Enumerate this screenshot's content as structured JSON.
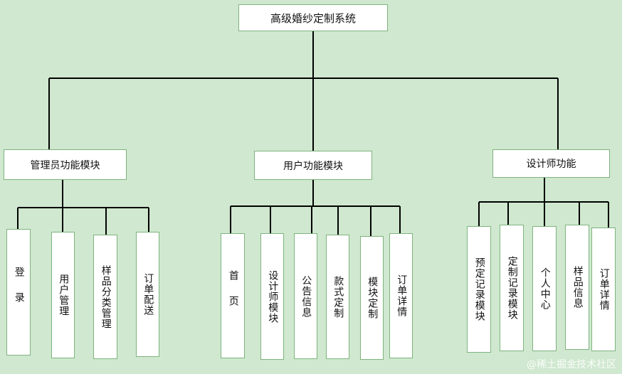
{
  "root": {
    "label": "高级婚纱定制系统"
  },
  "modules": [
    {
      "label": "管理员功能模块",
      "children": [
        "登录",
        "用户管理",
        "样品分类管理",
        "订单配送"
      ]
    },
    {
      "label": "用户功能模块",
      "children": [
        "首页",
        "设计师模块",
        "公告信息",
        "款式定制",
        "模块定制",
        "订单详情"
      ]
    },
    {
      "label": "设计师功能",
      "children": [
        "预定记录模块",
        "定制记录模块",
        "个人中心",
        "样品信息",
        "订单详情"
      ]
    }
  ],
  "watermark": "@稀土掘金技术社区",
  "colors": {
    "background": "#cfe8cf",
    "line": "#000000",
    "box_fill": "#ffffff",
    "box_border": "#7fb37f"
  }
}
